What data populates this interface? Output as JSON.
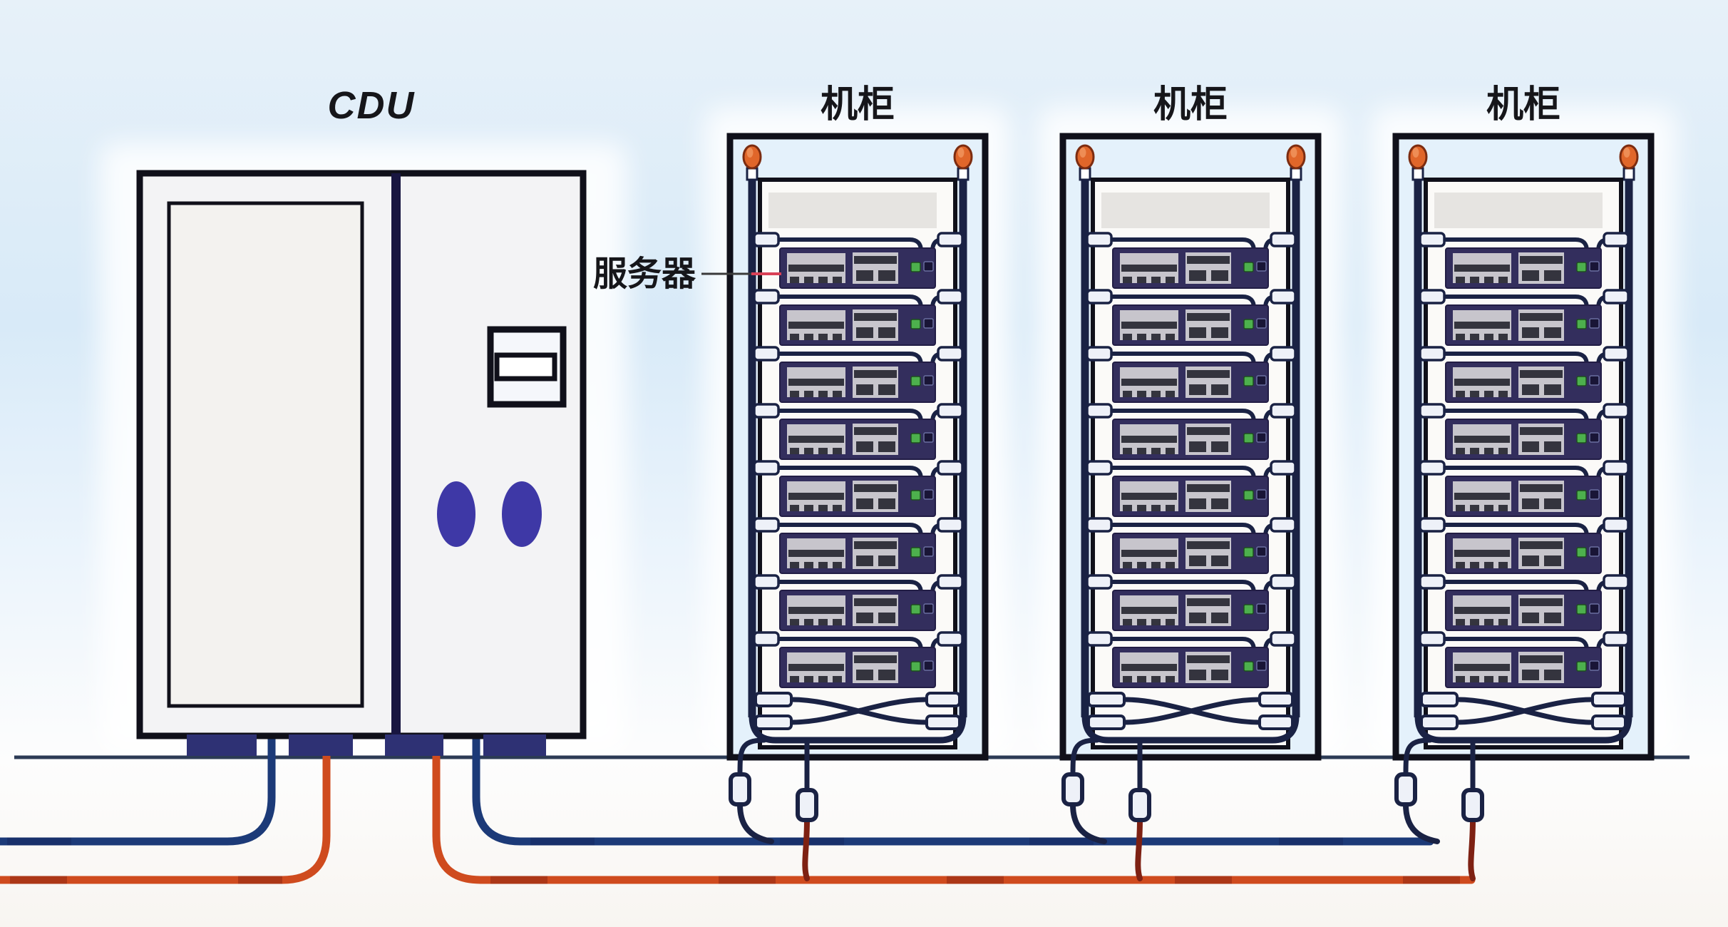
{
  "labels": {
    "cdu": "CDU",
    "racks": [
      "机柜",
      "机柜",
      "机柜"
    ],
    "server": "服务器"
  },
  "diagram": {
    "rack_count": 3,
    "servers_per_rack": 8,
    "cdu_count": 1,
    "valve_count_per_rack": 2,
    "pipe_loops": [
      "cold-supply",
      "hot-return"
    ]
  },
  "colors": {
    "text": "#16161a",
    "frame": "#10101a",
    "cabinet_fill": "#f3f3f5",
    "panel_fill": "#f3f2ef",
    "divider": "#181540",
    "knob": "#3e38a6",
    "feet": "#2e3174",
    "rack_fill": "#e4f1fb",
    "inner_fill": "#fbfaf8",
    "gray_panel": "#e6e4e1",
    "hose": "#1a2244",
    "hose_hot": "#7e2113",
    "tab_fill": "#eef1f8",
    "server_body": "#332e5d",
    "server_edge": "#221d45",
    "grille": "#c7c5cc",
    "grille_dark": "#34343e",
    "led": "#4db04d",
    "chip": "#191536",
    "valve": "#e0662a",
    "valve_stroke": "#7c2c10",
    "valve_highlight": "#f0915a",
    "cold_pipe": "#1c3a78",
    "cold_dark": "#13265a",
    "hot_pipe": "#cf4b1e",
    "hot_dark": "#8a2410",
    "floor": "#2c3b55",
    "leader_dark": "#3a3a3a",
    "leader_red": "#d94056"
  }
}
